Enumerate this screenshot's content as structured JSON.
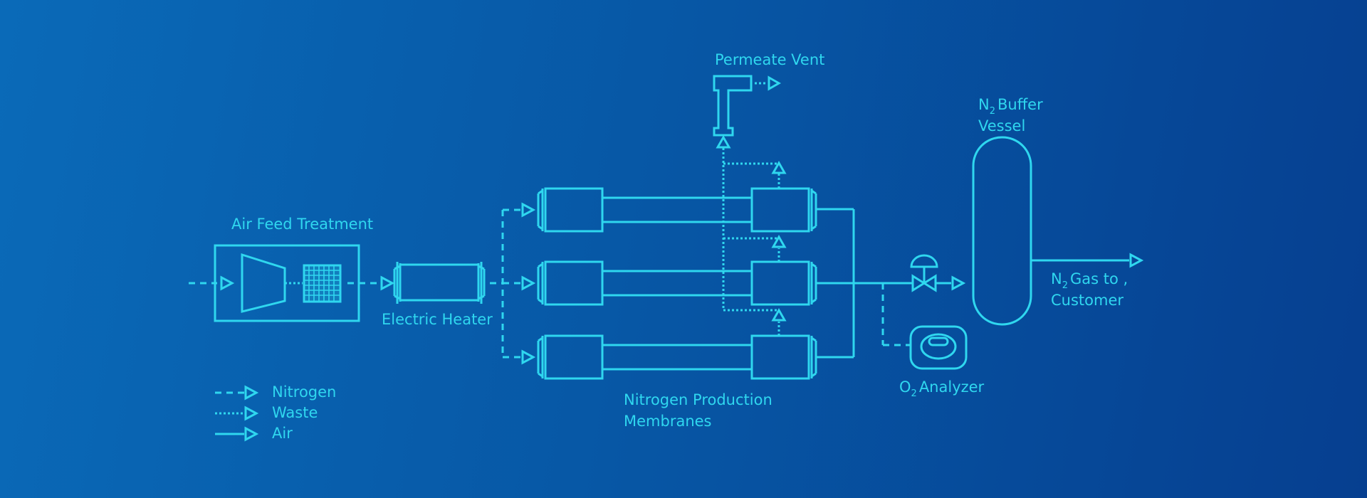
{
  "labels": {
    "air_feed": "Air Feed Treatment",
    "heater": "Electric Heater",
    "permeate": "Permeate Vent",
    "membranes_1": "Nitrogen Production",
    "membranes_2": "Membranes",
    "buffer_n": "N",
    "buffer_sub": "2",
    "buffer_1": "Buffer",
    "buffer_2": "Vessel",
    "analyzer_o": "O",
    "analyzer_sub": "2",
    "analyzer": "Analyzer",
    "customer_n": "N",
    "customer_sub": "2",
    "customer_1": "Gas to ,",
    "customer_2": "Customer"
  },
  "legend": [
    {
      "style": "dashed",
      "label": "Nitrogen"
    },
    {
      "style": "dotted",
      "label": "Waste"
    },
    {
      "style": "solid",
      "label": "Air"
    }
  ],
  "colors": {
    "line": "#2fd7ef",
    "background_start": "#0a6ab8",
    "background_end": "#063f90"
  }
}
